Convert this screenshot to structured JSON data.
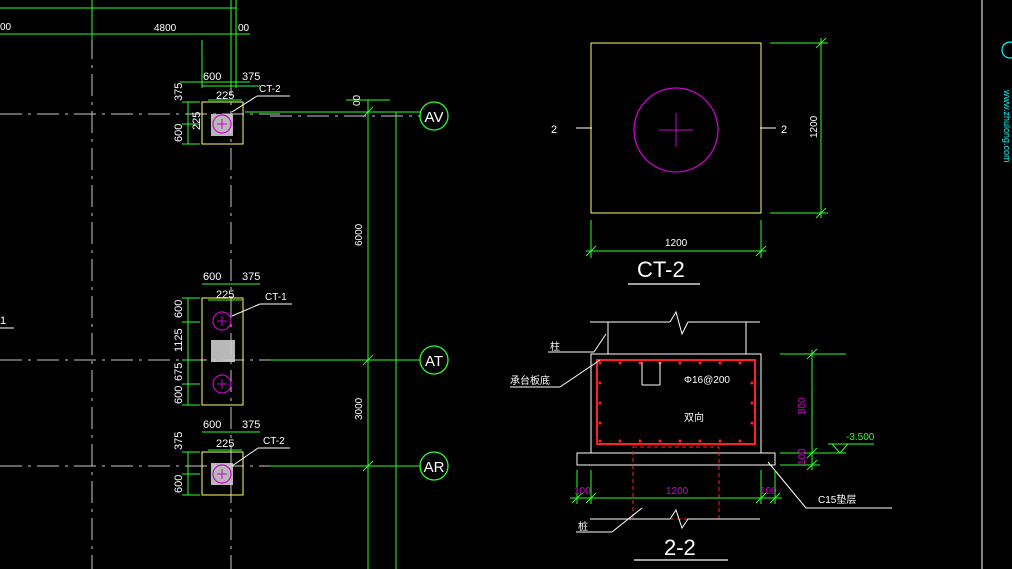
{
  "colors": {
    "background": "#000000",
    "dimension": "#2cff2c",
    "outline": "#ffff66",
    "pile": "#d000d0",
    "rebar": "#ff2020",
    "text": "#ffffff",
    "grid_axis": "#c8c8c8",
    "marker": "#00ffff"
  },
  "plan": {
    "top_left_dims": {
      "d1": "00",
      "d2": "4800",
      "d3": "00"
    },
    "vertical_dims": {
      "upper": "00",
      "mid": "6000",
      "lower": "3000"
    },
    "left_stub_label": "1",
    "axes": [
      {
        "id": "AV"
      },
      {
        "id": "AT"
      },
      {
        "id": "AR"
      }
    ],
    "caps": [
      {
        "name": "CT-2",
        "w_left": "600",
        "w_right": "375",
        "inner": "225",
        "h_top": "375",
        "h_inner": "225",
        "h_bottom": "600"
      },
      {
        "name": "CT-1",
        "w_left": "600",
        "w_right": "375",
        "inner": "225",
        "h_top": "600",
        "h_mid": "1125",
        "h_inner": "675",
        "h_bottom": "600"
      },
      {
        "name": "CT-2",
        "w_left": "600",
        "w_right": "375",
        "inner": "225",
        "h_top": "375",
        "h_bottom": "600"
      }
    ]
  },
  "detail": {
    "cap_title": "CT-2",
    "width_dim": "1200",
    "height_dim": "1200",
    "section_mark_left": "2",
    "section_mark_right": "2"
  },
  "section": {
    "title": "2-2",
    "column_label": "柱",
    "cap_label": "承台板底",
    "rebar_label": "Φ16@200",
    "double_label": "双向",
    "pile_label": "桩",
    "height_dim": "800",
    "cushion_dim": "100",
    "elevation": "-3.500",
    "width_dim": "1200",
    "left_margin": "100",
    "right_margin": "100",
    "cushion_label": "C15垫层"
  },
  "watermark": "www.zhulong.com"
}
